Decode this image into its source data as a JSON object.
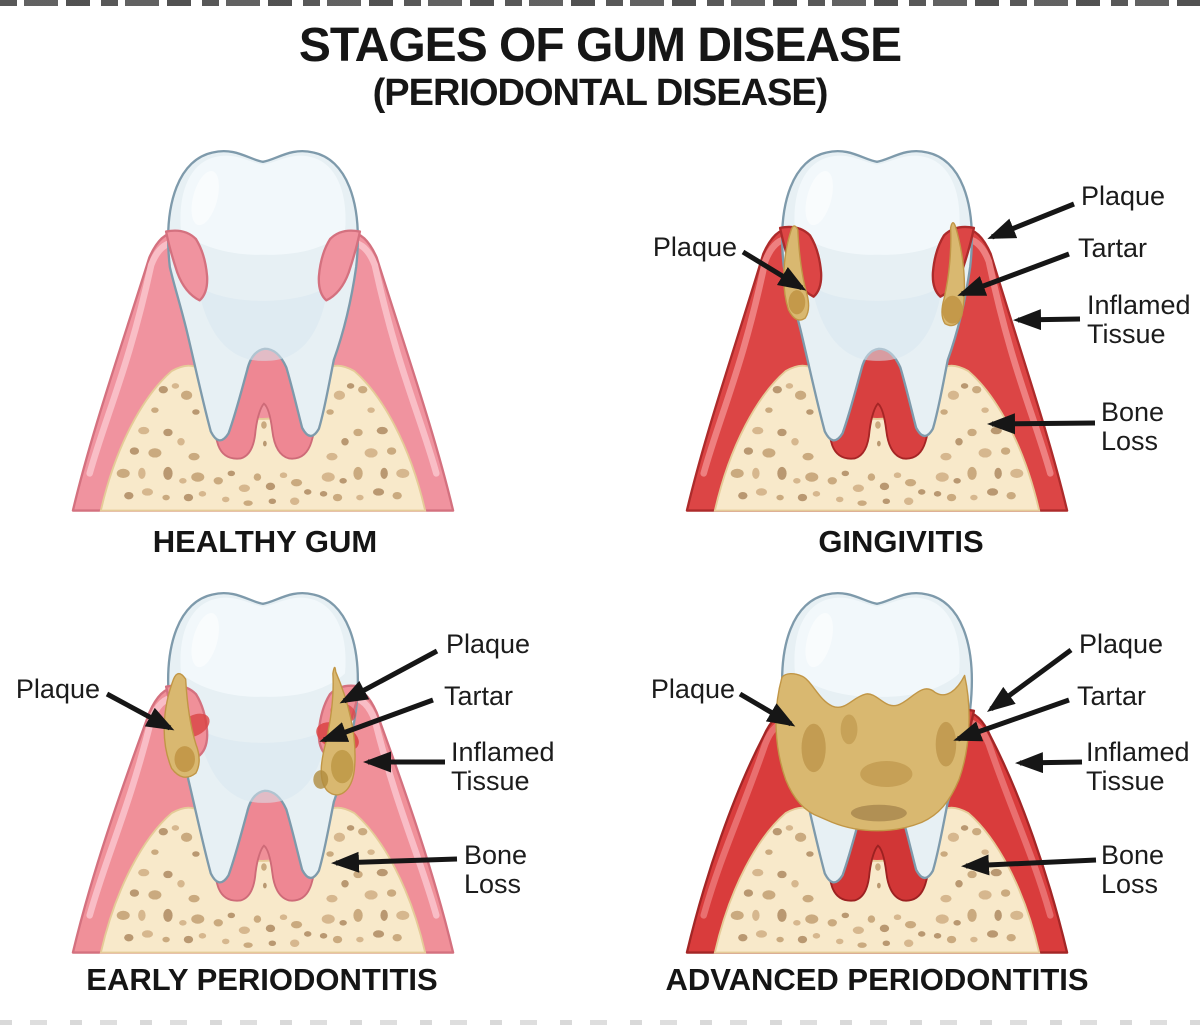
{
  "title": {
    "line1": "STAGES OF GUM DISEASE",
    "line2": "(PERIODONTAL DISEASE)"
  },
  "panels": [
    {
      "name": "healthy-gum",
      "caption": "HEALTHY GUM",
      "labels": []
    },
    {
      "name": "gingivitis",
      "caption": "GINGIVITIS",
      "labels": [
        {
          "line1": "Plaque"
        },
        {
          "line1": "Plaque"
        },
        {
          "line1": "Tartar"
        },
        {
          "line1": "Inflamed",
          "line2": "Tissue"
        },
        {
          "line1": "Bone",
          "line2": "Loss"
        }
      ]
    },
    {
      "name": "early-periodontitis",
      "caption": "EARLY PERIODONTITIS",
      "labels": [
        {
          "line1": "Plaque"
        },
        {
          "line1": "Plaque"
        },
        {
          "line1": "Tartar"
        },
        {
          "line1": "Inflamed",
          "line2": "Tissue"
        },
        {
          "line1": "Bone",
          "line2": "Loss"
        }
      ]
    },
    {
      "name": "advanced-periodontitis",
      "caption": "ADVANCED PERIODONTITIS",
      "labels": [
        {
          "line1": "Plaque"
        },
        {
          "line1": "Plaque"
        },
        {
          "line1": "Tartar"
        },
        {
          "line1": "Inflamed",
          "line2": "Tissue"
        },
        {
          "line1": "Bone",
          "line2": "Loss"
        }
      ]
    }
  ],
  "colors": {
    "healthy_gum": "#f0939f",
    "healthy_gum_highlight": "#f9c0c8",
    "healthy_gum_edge": "#d4717f",
    "inflamed_gum": "#dc4545",
    "inflamed_gum_highlight": "#ee8484",
    "inflamed_gum_edge": "#ad2b2b",
    "advanced_gum": "#d93c3c",
    "bone": "#f8e9ca",
    "bone_edge": "#e5cb98",
    "bone_spot": "#c6a478",
    "plaque": "#d9b870",
    "tartar": "#c19646",
    "tooth": "#e7f0f4",
    "tooth_outline": "#7e9aab",
    "label_text": "#1c1c1c",
    "arrow": "#161616",
    "title_text": "#161616"
  }
}
